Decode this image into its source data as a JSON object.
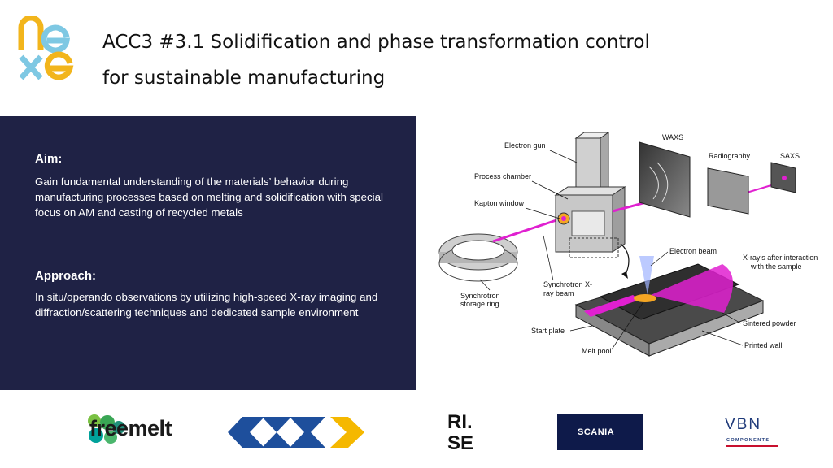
{
  "header": {
    "title_line1": "ACC3 #3.1 Solidification and phase transformation control",
    "title_line2": "for sustainable manufacturing"
  },
  "aim": {
    "heading": "Aim:",
    "text": "Gain fundamental understanding of the materials’ behavior during manufacturing processes based on melting and solidification with special focus on AM and casting of recycled metals"
  },
  "approach": {
    "heading": "Approach:",
    "text": "In situ/operando observations by utilizing high-speed X-ray imaging and diffraction/scattering techniques and dedicated sample environment"
  },
  "diagram": {
    "labels": {
      "electron_gun": "Electron gun",
      "process_chamber": "Process chamber",
      "kapton_window": "Kapton window",
      "waxs": "WAXS",
      "radiography": "Radiography",
      "saxs": "SAXS",
      "electron_beam": "Electron beam",
      "xrays_after_1": "X-ray's after interaction",
      "xrays_after_2": "with the sample",
      "synchrotron_ring_1": "Synchrotron",
      "synchrotron_ring_2": "storage ring",
      "synchrotron_beam_1": "Synchrotron X-",
      "synchrotron_beam_2": "ray beam",
      "sintered_powder": "Sintered powder",
      "start_plate": "Start plate",
      "melt_pool": "Melt pool",
      "printed_wall": "Printed wall"
    }
  },
  "partners": {
    "freemelt": "freemelt",
    "scania": "SCANIA",
    "vbn": "VBN",
    "vbn_sub": "COMPONENTS",
    "rise_top": "RI.",
    "rise_bottom": "SE"
  },
  "colors": {
    "panel_bg": "#1f2245",
    "beam": "#e020d0",
    "nexe_yellow": "#f2b51c",
    "nexe_blue": "#7ec8e3",
    "gkn_blue": "#1e4f9c",
    "gkn_yellow": "#f5b800"
  }
}
